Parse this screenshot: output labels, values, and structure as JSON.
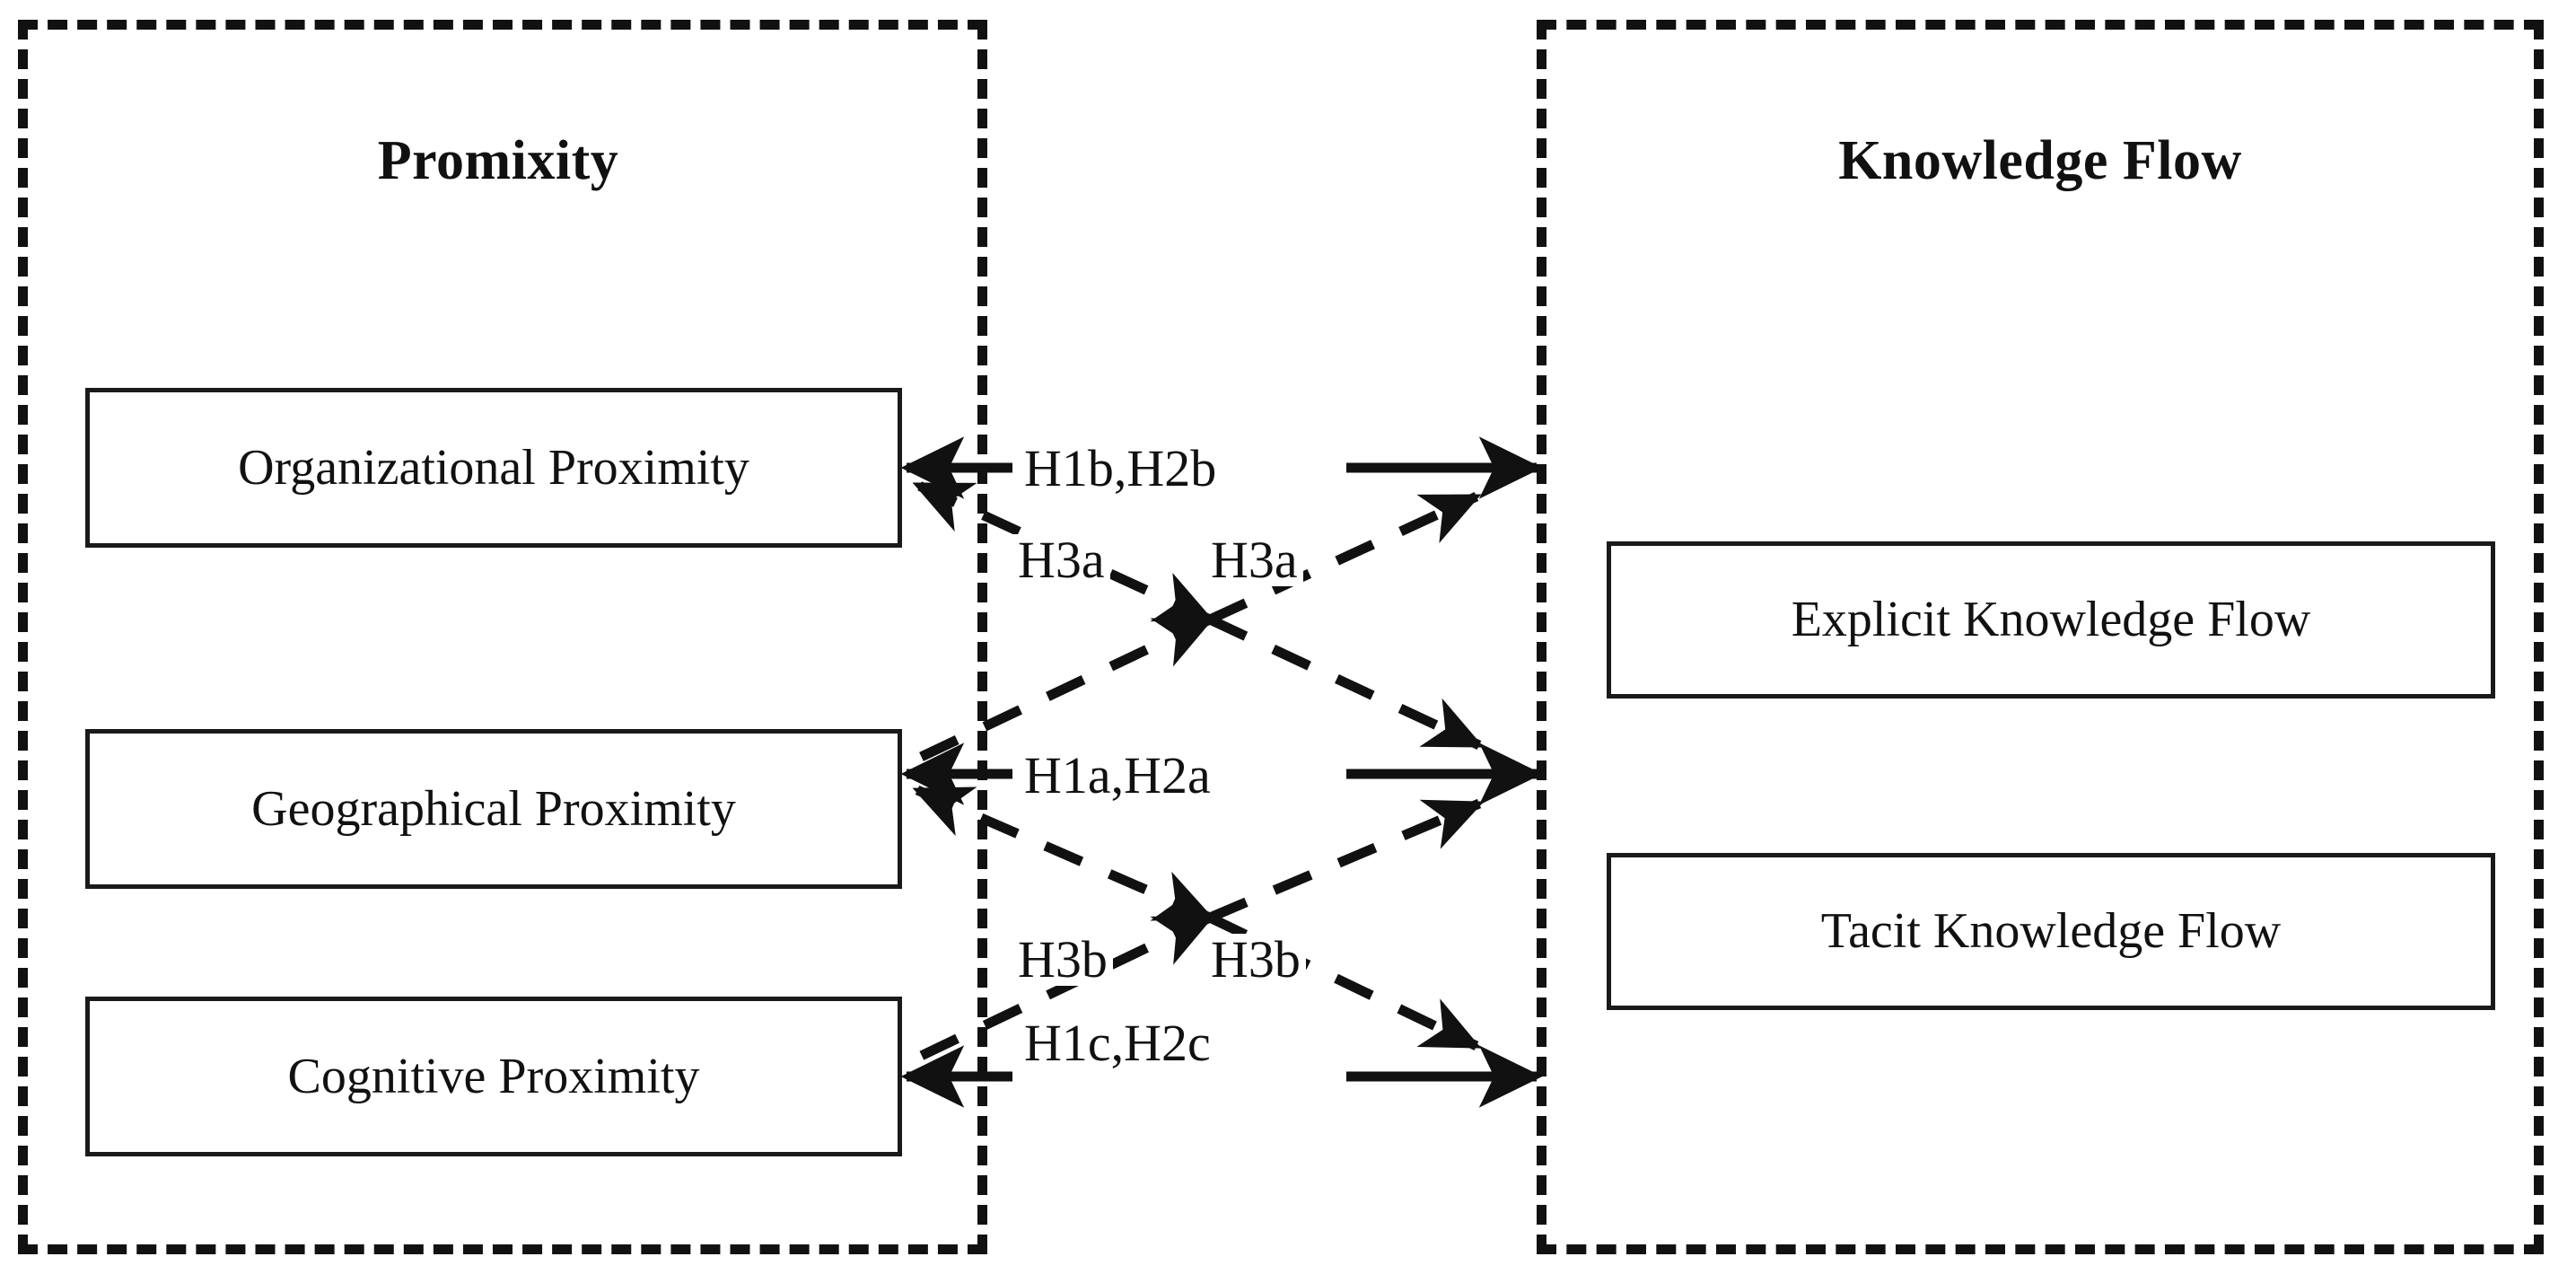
{
  "figure": {
    "type": "conceptual-framework-diagram",
    "background_color": "#ffffff",
    "line_color": "#111111"
  },
  "groups": {
    "proximity": {
      "title": "Promixity",
      "border_style": "dashed",
      "nodes": [
        {
          "id": "organizational",
          "label": "Organizational Proximity"
        },
        {
          "id": "geographical",
          "label": "Geographical Proximity"
        },
        {
          "id": "cognitive",
          "label": "Cognitive Proximity"
        }
      ]
    },
    "knowledge_flow": {
      "title": "Knowledge Flow",
      "border_style": "dashed",
      "nodes": [
        {
          "id": "explicit",
          "label": "Explicit Knowledge Flow"
        },
        {
          "id": "tacit",
          "label": "Tacit Knowledge Flow"
        }
      ]
    }
  },
  "relations": {
    "solid": [
      {
        "id": "h1b-h2b",
        "label": "H1b,H2b",
        "from": "Organizational Proximity",
        "to": "Knowledge Flow",
        "style": "solid",
        "arrow": "both"
      },
      {
        "id": "h1a-h2a",
        "label": "H1a,H2a",
        "from": "Geographical Proximity",
        "to": "Knowledge Flow",
        "style": "solid",
        "arrow": "both"
      },
      {
        "id": "h1c-h2c",
        "label": "H1c,H2c",
        "from": "Cognitive Proximity",
        "to": "Knowledge Flow",
        "style": "solid",
        "arrow": "both"
      }
    ],
    "dashed": [
      {
        "id": "h3a-left",
        "label": "H3a",
        "style": "dashed",
        "arrow": "both",
        "note": "moderating path between Organizational and Geographical rows"
      },
      {
        "id": "h3a-right",
        "label": "H3a",
        "style": "dashed",
        "arrow": "both",
        "note": "moderating path toward Knowledge Flow upper region"
      },
      {
        "id": "h3b-left",
        "label": "H3b",
        "style": "dashed",
        "arrow": "both",
        "note": "moderating path between Geographical and Cognitive rows"
      },
      {
        "id": "h3b-right",
        "label": "H3b",
        "style": "dashed",
        "arrow": "both",
        "note": "moderating path toward Knowledge Flow lower region"
      }
    ]
  },
  "labels": {
    "h1b_h2b": "H1b,H2b",
    "h1a_h2a": "H1a,H2a",
    "h1c_h2c": "H1c,H2c",
    "h3a_left": "H3a",
    "h3a_right": "H3a",
    "h3b_left": "H3b",
    "h3b_right": "H3b"
  }
}
